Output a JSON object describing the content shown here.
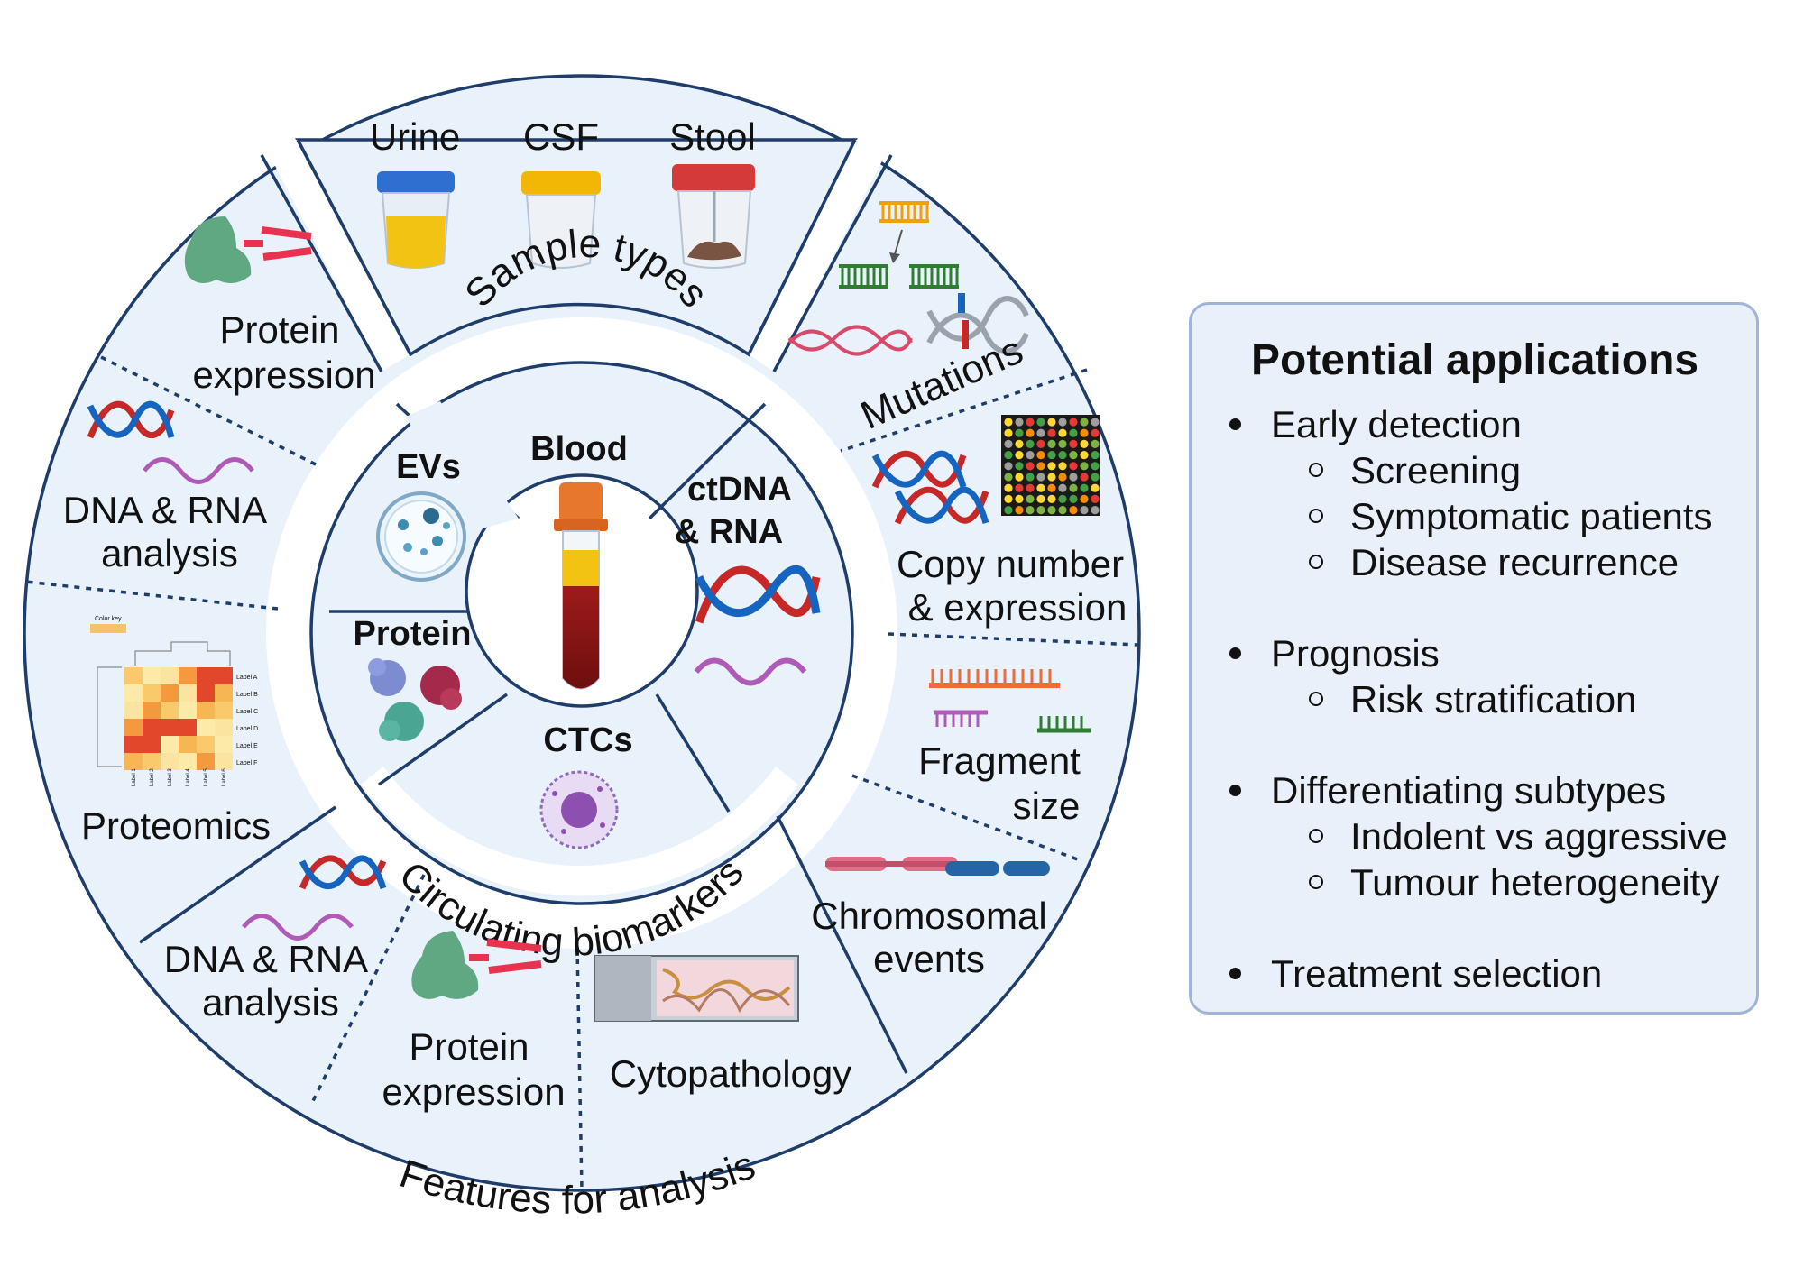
{
  "outer_ring": {
    "title": "Features for analysis",
    "items": {
      "protein_expression_top": [
        "Protein",
        "expression"
      ],
      "dna_rna_left": [
        "DNA & RNA",
        "analysis"
      ],
      "proteomics": "Proteomics",
      "dna_rna_bottom": [
        "DNA & RNA",
        "analysis"
      ],
      "protein_expression_bottom": [
        "Protein",
        "expression"
      ],
      "cytopathology": "Cytopathology",
      "chromosomal_events": [
        "Chromosomal",
        "events"
      ],
      "fragment_size": [
        "Fragment",
        "size"
      ],
      "copy_number": [
        "Copy number",
        "& expression"
      ],
      "mutations": "Mutations"
    }
  },
  "sample_types": {
    "title": "Sample types",
    "items": [
      "Urine",
      "CSF",
      "Stool"
    ]
  },
  "circulating": {
    "title": "Circulating biomarkers",
    "center": "Blood",
    "items": {
      "evs": "EVs",
      "protein": "Protein",
      "ctdna": [
        "ctDNA",
        "& RNA"
      ],
      "ctcs": "CTCs"
    }
  },
  "heatmap": {
    "color_key": "Color key",
    "labels": [
      "Label A",
      "Label B",
      "Label C",
      "Label D",
      "Label E",
      "Label F"
    ],
    "col_labels": [
      "Label 1",
      "Label 2",
      "Label 3",
      "Label 4",
      "Label 5",
      "Label 6"
    ]
  },
  "applications": {
    "title": "Potential applications",
    "groups": [
      {
        "label": "Early detection",
        "subs": [
          "Screening",
          "Symptomatic patients",
          "Disease recurrence"
        ]
      },
      {
        "label": "Prognosis",
        "subs": [
          "Risk stratification"
        ]
      },
      {
        "label": "Differentiating subtypes",
        "subs": [
          "Indolent vs aggressive",
          "Tumour heterogeneity"
        ]
      },
      {
        "label": "Treatment selection",
        "subs": []
      }
    ]
  },
  "colors": {
    "ring_fill": "#e9f1fb",
    "ring_stroke": "#1f3d6b",
    "dna_red": "#c62828",
    "dna_blue": "#1565c0",
    "rna_purple": "#b05ab8",
    "protein_green": "#5fa882"
  }
}
